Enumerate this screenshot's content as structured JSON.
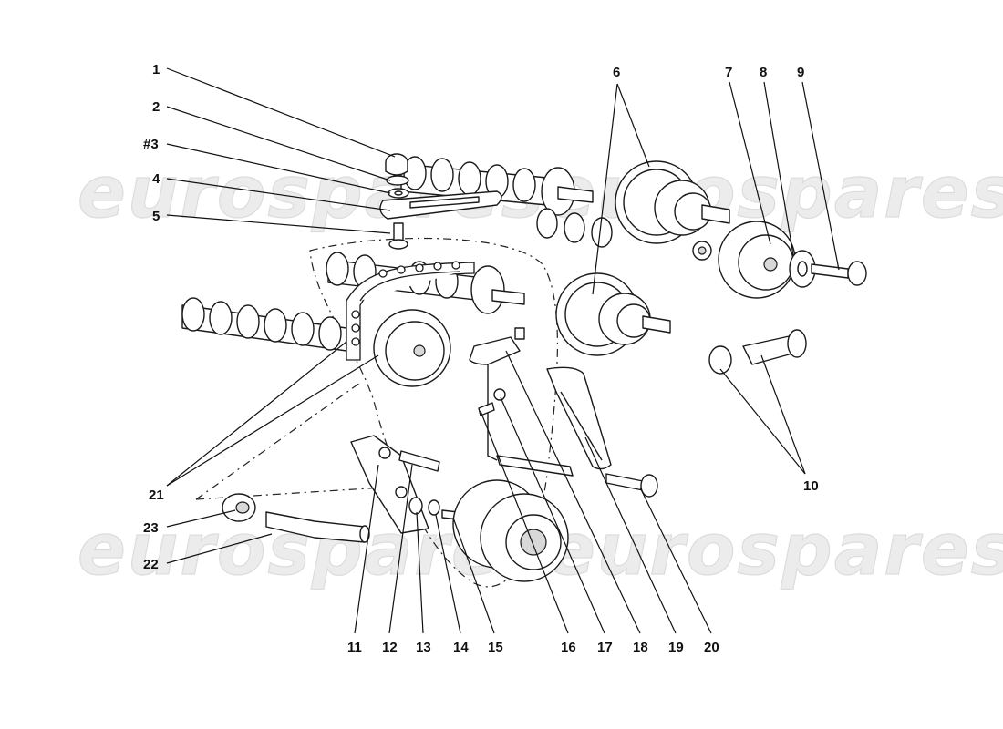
{
  "watermark": {
    "text": "eurospares",
    "color": "#dcdcdc"
  },
  "callouts": [
    {
      "id": "1",
      "label": "1"
    },
    {
      "id": "2",
      "label": "2"
    },
    {
      "id": "3",
      "label": "#3"
    },
    {
      "id": "4",
      "label": "4"
    },
    {
      "id": "5",
      "label": "5"
    },
    {
      "id": "6",
      "label": "6"
    },
    {
      "id": "7",
      "label": "7"
    },
    {
      "id": "8",
      "label": "8"
    },
    {
      "id": "9",
      "label": "9"
    },
    {
      "id": "10",
      "label": "10"
    },
    {
      "id": "11",
      "label": "11"
    },
    {
      "id": "12",
      "label": "12"
    },
    {
      "id": "13",
      "label": "13"
    },
    {
      "id": "14",
      "label": "14"
    },
    {
      "id": "15",
      "label": "15"
    },
    {
      "id": "16",
      "label": "16"
    },
    {
      "id": "17",
      "label": "17"
    },
    {
      "id": "18",
      "label": "18"
    },
    {
      "id": "19",
      "label": "19"
    },
    {
      "id": "20",
      "label": "20"
    },
    {
      "id": "21",
      "label": "21"
    },
    {
      "id": "22",
      "label": "22"
    },
    {
      "id": "23",
      "label": "23"
    }
  ]
}
